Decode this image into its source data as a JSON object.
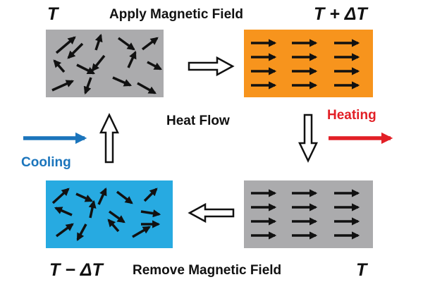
{
  "labels": {
    "temp_top_left": "T",
    "temp_top_right": "T + ΔT",
    "temp_bottom_left": "T − ΔT",
    "temp_bottom_right": "T",
    "apply_field": "Apply Magnetic Field",
    "remove_field": "Remove Magnetic Field",
    "heat_flow": "Heat Flow",
    "heating": "Heating",
    "cooling": "Cooling"
  },
  "colors": {
    "gray_box": "#ababad",
    "orange_box": "#f7941d",
    "blue_box": "#27aae1",
    "heating": "#e21f26",
    "cooling": "#1b75bc",
    "gradient_start": "#27aae1",
    "gradient_mid": "#6d3f8f",
    "gradient_end": "#e21f26",
    "arrow": "#111111"
  },
  "icons": {
    "spin_arrow": "arrow-right-filled",
    "process_arrow": "hollow-block-arrow"
  }
}
